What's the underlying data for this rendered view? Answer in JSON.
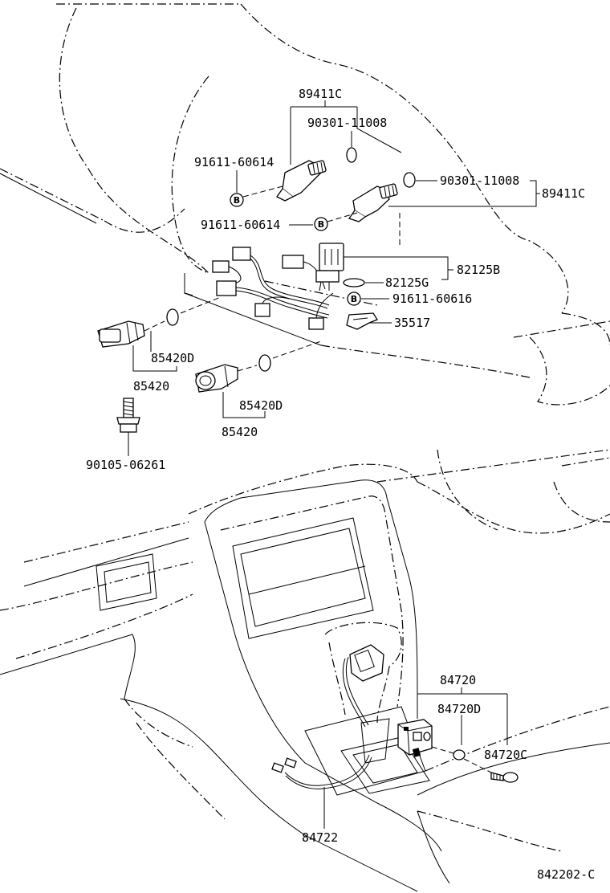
{
  "labels": {
    "p89411C_top": "89411C",
    "p90301_top": "90301-11008",
    "p91611_a": "91611-60614",
    "p90301_right": "90301-11008",
    "p89411C_right": "89411C",
    "p91611_b": "91611-60614",
    "p82125B": "82125B",
    "p82125G": "82125G",
    "p91611_c": "91611-60616",
    "p35517": "35517",
    "p85420D_a": "85420D",
    "p85420_a": "85420",
    "p85420D_b": "85420D",
    "p85420_b": "85420",
    "p90105": "90105-06261",
    "p84720": "84720",
    "p84720D": "84720D",
    "p84720C": "84720C",
    "p84722": "84722",
    "figure_code": "842202-C"
  },
  "badge_letter": "B"
}
